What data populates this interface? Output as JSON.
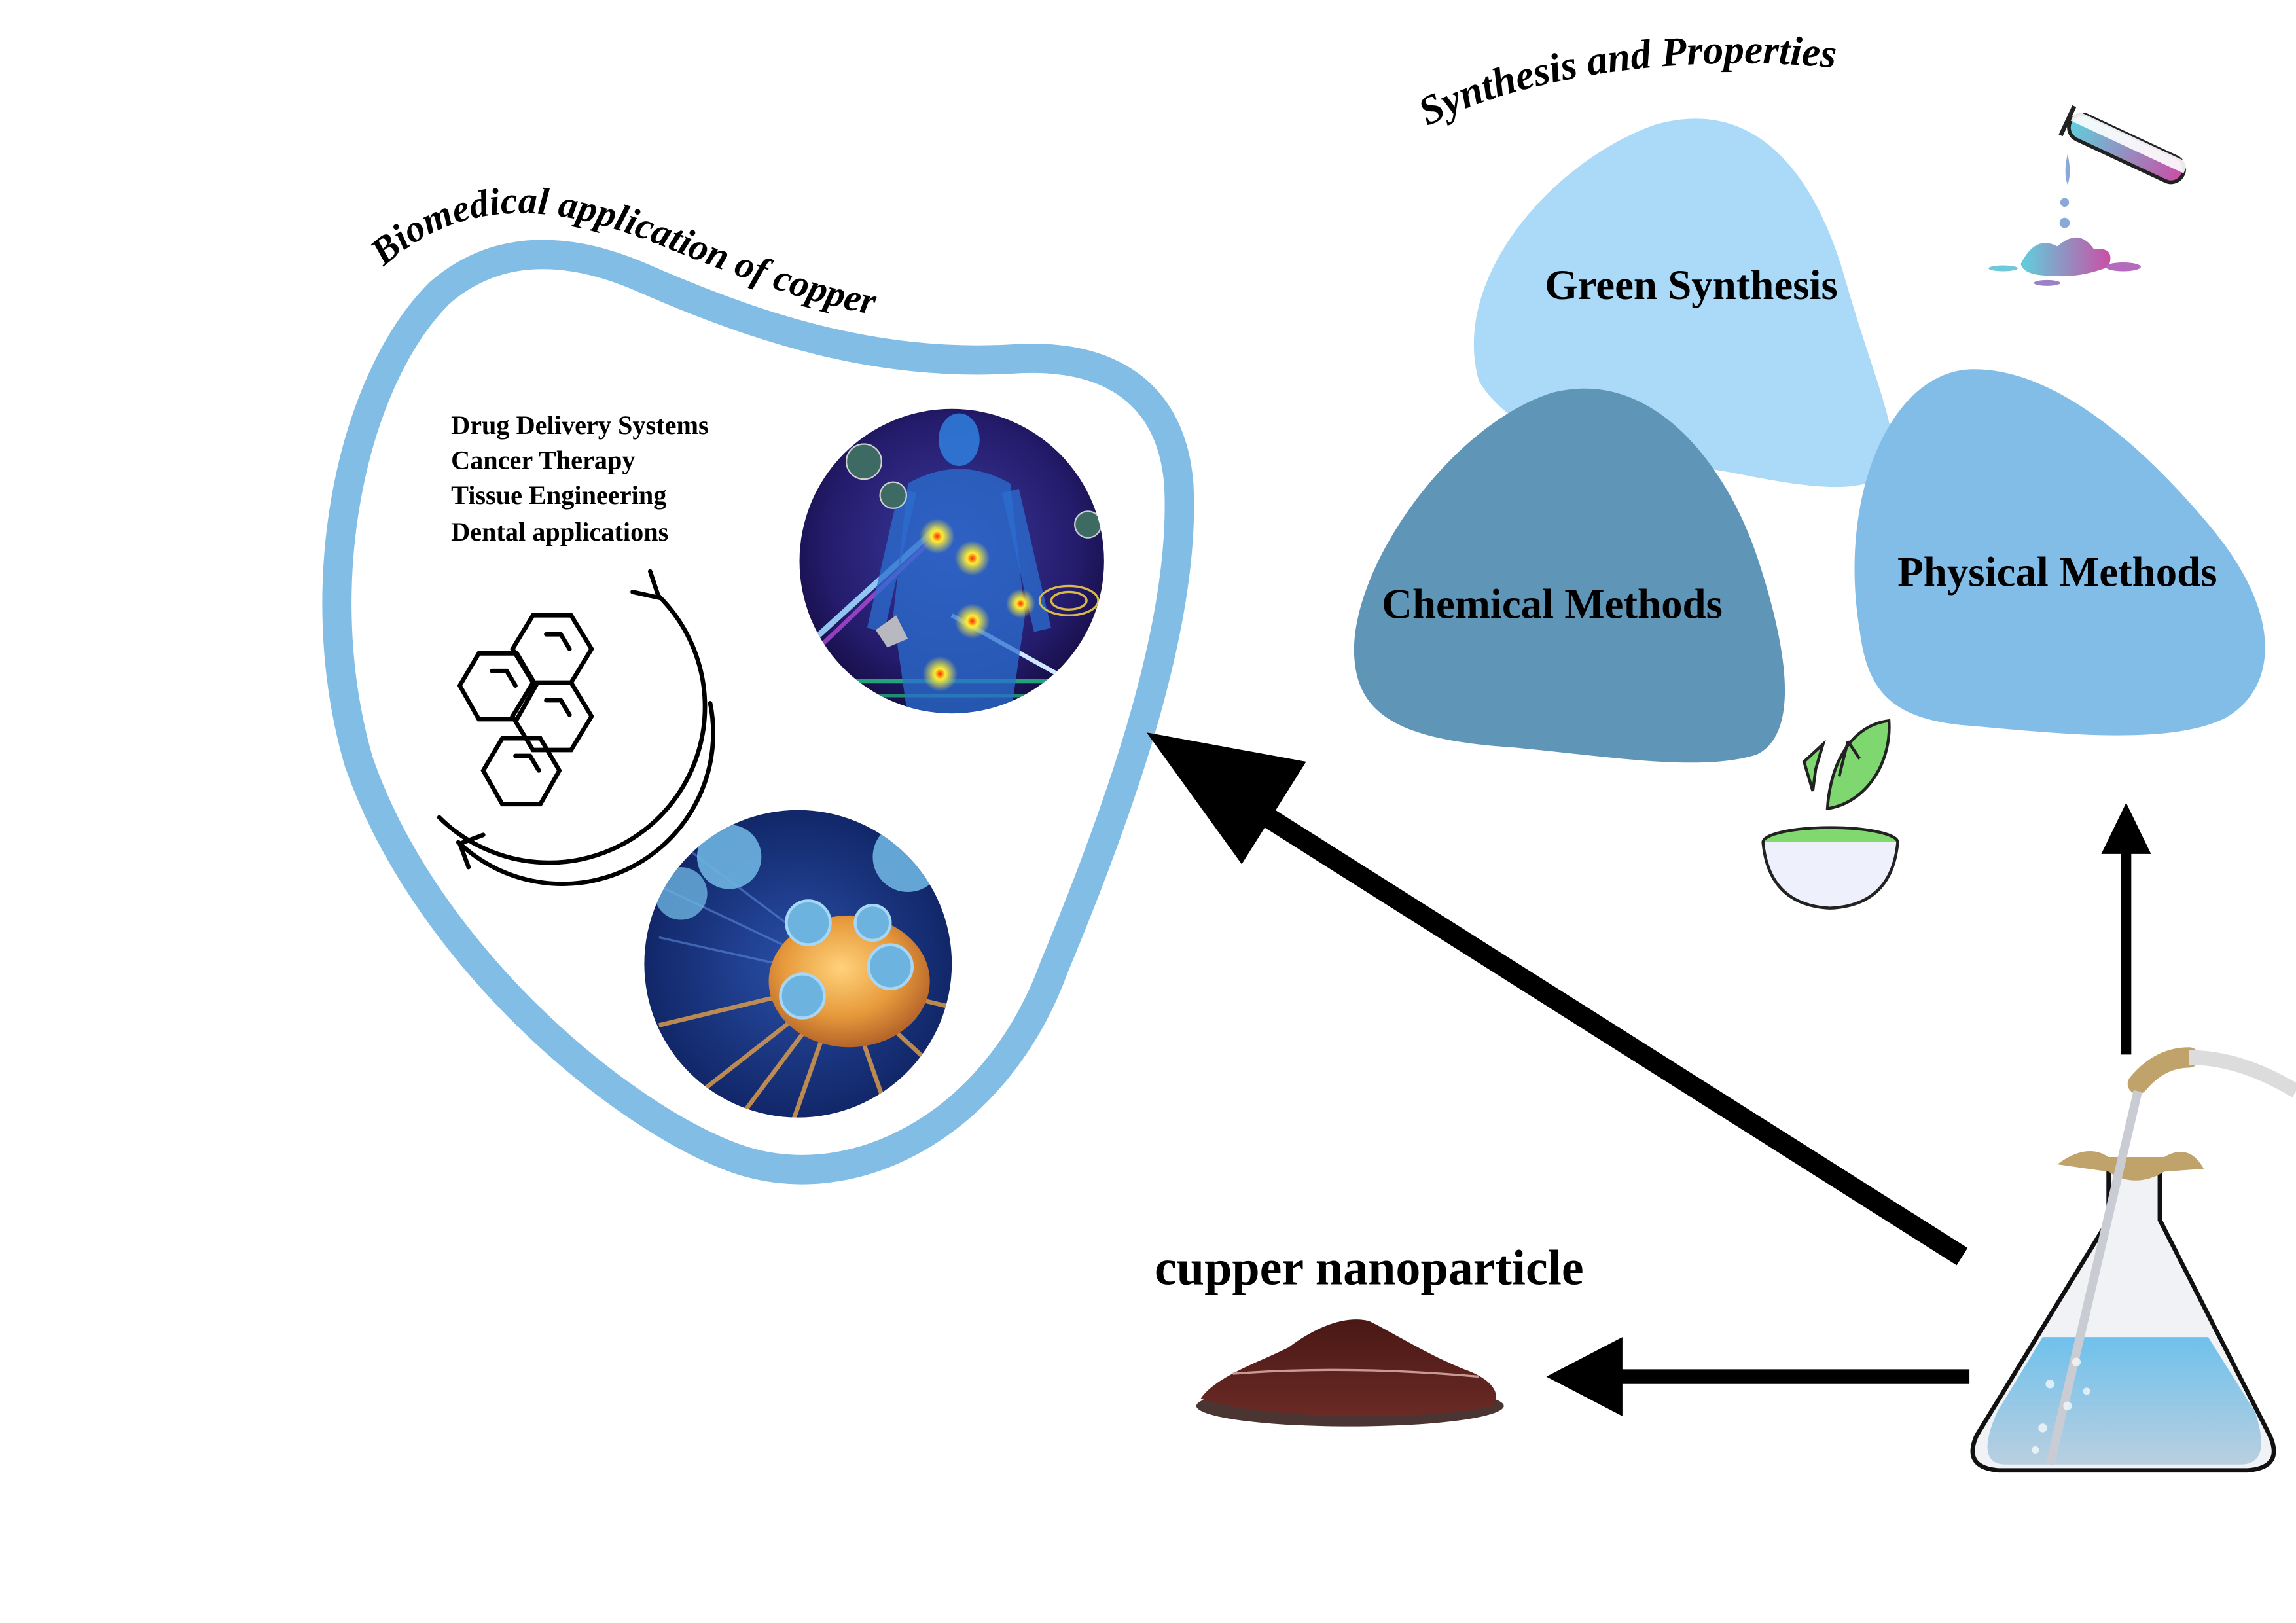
{
  "biomedical": {
    "title": "Biomedical application of copper",
    "applications": [
      "Drug Delivery Systems",
      "Cancer Therapy",
      "Tissue Engineering",
      "Dental applications"
    ],
    "frame_color": "#82bde6"
  },
  "synthesis": {
    "title": "Synthesis and Properties",
    "methods": [
      {
        "label": "Green Synthesis",
        "color": "#aadaf7"
      },
      {
        "label": "Chemical Methods",
        "color": "#5f95b7"
      },
      {
        "label": "Physical Methods",
        "color": "#82bde8"
      }
    ]
  },
  "product": {
    "label": "cupper nanoparticle",
    "powder_color": "#5a2320"
  },
  "icons": {
    "molecule": "molecule-cycle-icon",
    "human_body": "nanomedicine-body-image",
    "cancer_cell": "cancer-cell-image",
    "test_tube": "test-tube-splash-icon",
    "leaf_bowl": "leaf-oil-bowl-icon",
    "flask": "erlenmeyer-flask-icon",
    "powder": "copper-powder-image"
  }
}
